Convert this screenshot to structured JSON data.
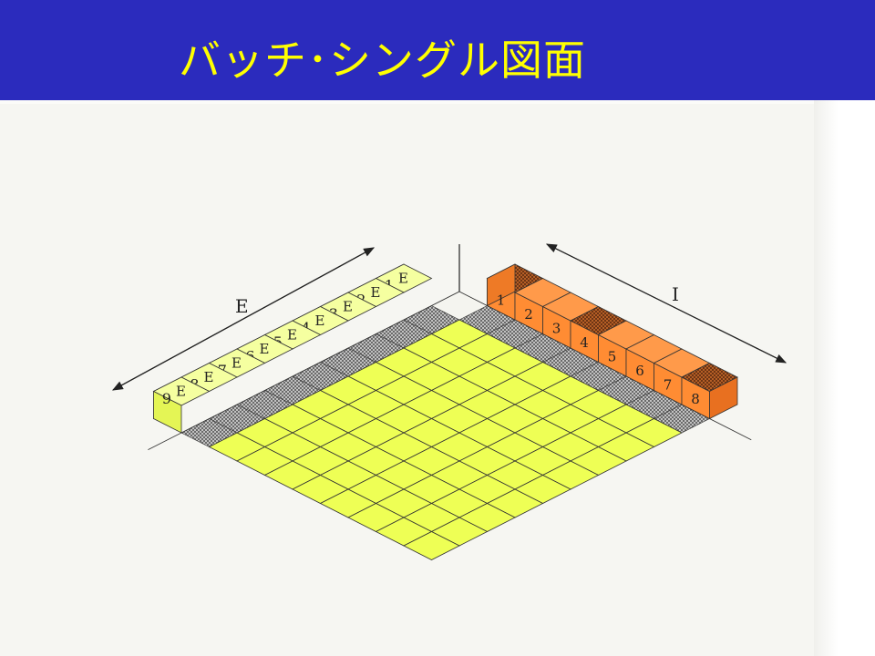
{
  "title": "バッチ･シングル図面",
  "dimensions": {
    "e_label": "E",
    "i_label": "I"
  },
  "e_blocks": [
    {
      "top": "E",
      "num": "1"
    },
    {
      "top": "E",
      "num": "2"
    },
    {
      "top": "E",
      "num": "3"
    },
    {
      "top": "E",
      "num": "4"
    },
    {
      "top": "E",
      "num": "5"
    },
    {
      "top": "E",
      "num": "6"
    },
    {
      "top": "E",
      "num": "7"
    },
    {
      "top": "E",
      "num": "8"
    },
    {
      "top": "E",
      "num": "9"
    }
  ],
  "i_blocks": [
    "1",
    "2",
    "3",
    "4",
    "5",
    "6",
    "7",
    "8"
  ],
  "i_hatched_blocks": [
    1,
    4,
    8
  ],
  "grid": {
    "cols": 8,
    "rows": 9
  },
  "colors": {
    "title_bar": "#2b2bbd",
    "title_text": "#ffff00",
    "grid_fill": "#eeff55",
    "e_block": "#efff66",
    "i_block": "#ff8c33",
    "hatch": "#666666"
  }
}
